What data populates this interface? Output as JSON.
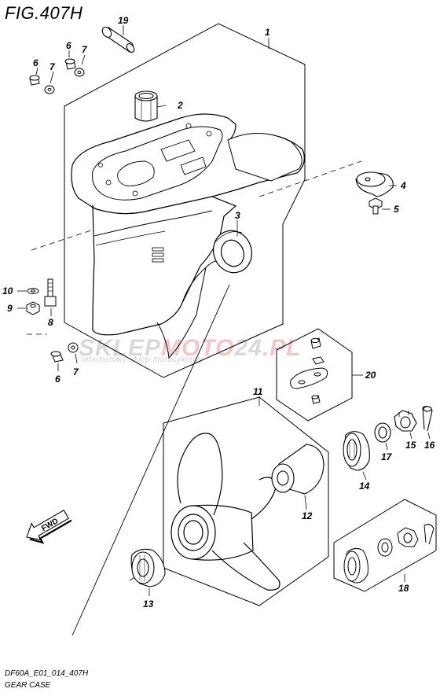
{
  "figure": {
    "title": "FIG.407H",
    "code": "DF60A_E01_014_407H",
    "name": "GEAR CASE"
  },
  "watermark": {
    "part1": "SKLEP",
    "part2": "MOTO",
    "part3": "24",
    "part4": ".PL",
    "tagline": "internetowy sklep motocyklowy"
  },
  "fwd_label": "FWD",
  "callouts": {
    "c1": "1",
    "c2": "2",
    "c3": "3",
    "c4": "4",
    "c5": "5",
    "c6a": "6",
    "c6b": "6",
    "c6c": "6",
    "c7a": "7",
    "c7b": "7",
    "c7c": "7",
    "c8": "8",
    "c9": "9",
    "c10": "10",
    "c11": "11",
    "c12": "12",
    "c13": "13",
    "c14": "14",
    "c15": "15",
    "c16": "16",
    "c17": "17",
    "c18": "18",
    "c19": "19",
    "c20": "20"
  },
  "colors": {
    "line": "#000000",
    "watermark_gray": "#d9d9d9",
    "watermark_red": "#f3c7c7"
  }
}
